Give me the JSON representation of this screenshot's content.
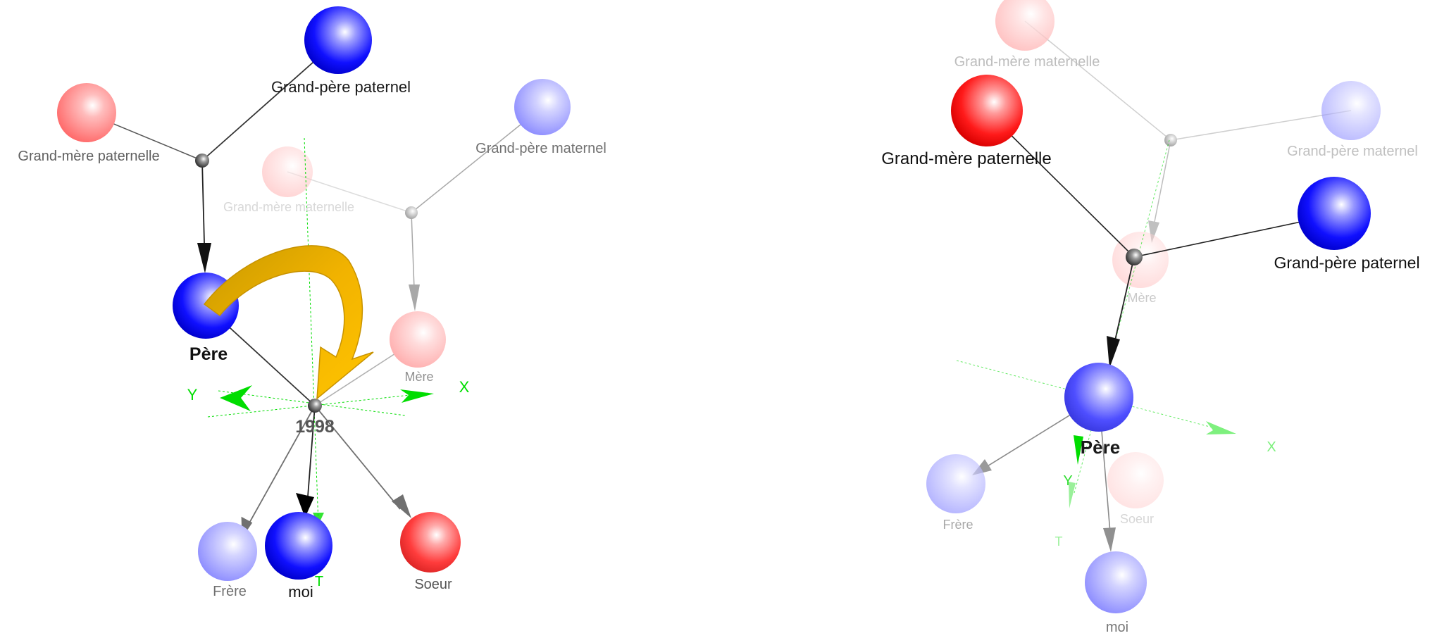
{
  "left_view": {
    "labels": {
      "gp_paternel": "Grand-père paternel",
      "gm_paternelle": "Grand-mère paternelle",
      "gp_maternel": "Grand-père maternel",
      "gm_maternelle": "Grand-mère maternelle",
      "pere": "Père",
      "mere": "Mère",
      "year": "1998",
      "frere": "Frère",
      "moi": "moi",
      "soeur": "Soeur",
      "axis_x": "X",
      "axis_y": "Y",
      "axis_t": "T"
    }
  },
  "right_view": {
    "labels": {
      "gm_maternelle": "Grand-mère maternelle",
      "gm_paternelle": "Grand-mère paternelle",
      "gp_maternel": "Grand-père maternel",
      "gp_paternel": "Grand-père paternel",
      "mere": "Mère",
      "pere": "Père",
      "frere": "Frère",
      "soeur": "Soeur",
      "moi": "moi",
      "axis_x": "X",
      "axis_y": "Y",
      "axis_t": "T"
    }
  },
  "colors": {
    "male": "#0000ff",
    "female": "#ff1a1a",
    "axis": "#00dd00",
    "rotation_arrow": "#f0b000"
  }
}
